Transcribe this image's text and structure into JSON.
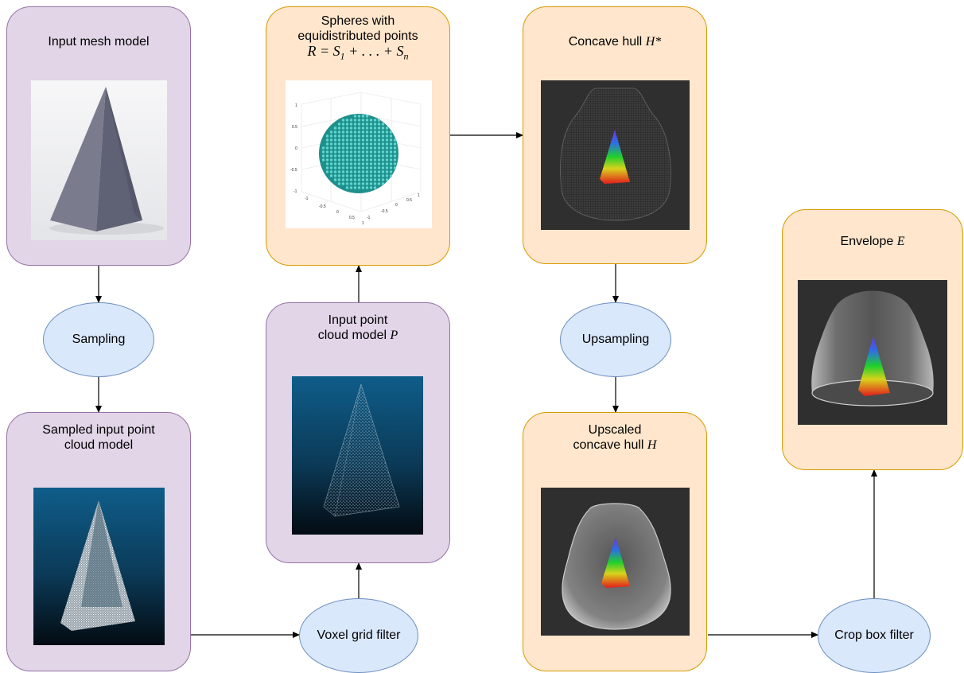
{
  "nodes": {
    "input_mesh": {
      "label": "Input mesh model"
    },
    "sampled": {
      "label_line1": "Sampled input point",
      "label_line2": "cloud model"
    },
    "spheres": {
      "label_line1": "Spheres with",
      "label_line2": "equidistributed points",
      "formula": "R = S1 + . . . + Sn"
    },
    "input_pc": {
      "label_line1": "Input point",
      "label_line2_prefix": "cloud model ",
      "label_line2_var": "P"
    },
    "concave": {
      "label_prefix": "Concave hull ",
      "label_var": "H*"
    },
    "upscaled": {
      "label_line1": "Upscaled",
      "label_line2_prefix": "concave hull ",
      "label_line2_var": "H"
    },
    "envelope": {
      "label_prefix": "Envelope ",
      "label_var": "E"
    }
  },
  "operations": {
    "sampling": "Sampling",
    "voxel": "Voxel grid filter",
    "upsampling": "Upsampling",
    "crop": "Crop box filter"
  },
  "colors": {
    "purple_fill": "#e1d5e7",
    "purple_stroke": "#9673a6",
    "orange_fill": "#ffe6cc",
    "orange_stroke": "#d79b00",
    "ellipse_fill": "#dae8fc",
    "ellipse_stroke": "#6c8ebf"
  },
  "sphere_plot_ticks": {
    "y": [
      "1",
      "0.5",
      "0",
      "-0.5",
      "-1"
    ],
    "x": [
      "-1",
      "-0.5",
      "0",
      "0.5",
      "1"
    ],
    "z": [
      "-1",
      "-0.5",
      "0",
      "0.5",
      "1"
    ]
  }
}
